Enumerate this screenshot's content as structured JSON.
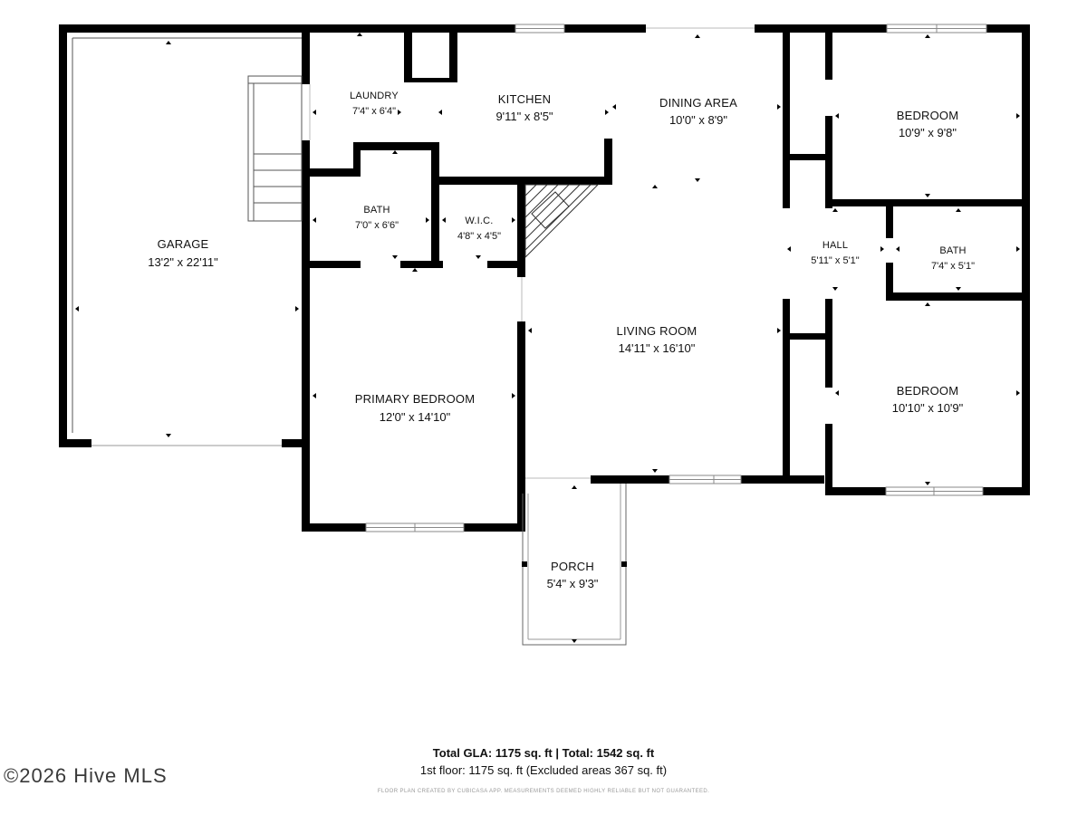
{
  "rooms": {
    "garage": {
      "name": "GARAGE",
      "dims": "13'2\" x 22'11\""
    },
    "laundry": {
      "name": "LAUNDRY",
      "dims": "7'4\" x 6'4\""
    },
    "kitchen": {
      "name": "KITCHEN",
      "dims": "9'11\" x 8'5\""
    },
    "dining": {
      "name": "DINING AREA",
      "dims": "10'0\" x 8'9\""
    },
    "bedroom_top": {
      "name": "BEDROOM",
      "dims": "10'9\" x 9'8\""
    },
    "bath_left": {
      "name": "BATH",
      "dims": "7'0\" x 6'6\""
    },
    "wic": {
      "name": "W.I.C.",
      "dims": "4'8\" x 4'5\""
    },
    "hall": {
      "name": "HALL",
      "dims": "5'11\" x 5'1\""
    },
    "bath_right": {
      "name": "BATH",
      "dims": "7'4\" x 5'1\""
    },
    "living": {
      "name": "LIVING ROOM",
      "dims": "14'11\" x 16'10\""
    },
    "primary_bedroom": {
      "name": "PRIMARY BEDROOM",
      "dims": "12'0\" x 14'10\""
    },
    "bedroom_bottom": {
      "name": "BEDROOM",
      "dims": "10'10\" x 10'9\""
    },
    "porch": {
      "name": "PORCH",
      "dims": "5'4\" x 9'3\""
    }
  },
  "footer": {
    "totals": "Total GLA: 1175 sq. ft | Total: 1542 sq. ft",
    "floor": "1st floor: 1175 sq. ft (Excluded areas 367 sq. ft)",
    "disclaimer": "FLOOR PLAN CREATED BY CUBICASA APP. MEASUREMENTS DEEMED HIGHLY RELIABLE BUT NOT GUARANTEED."
  },
  "watermark": "©2026 Hive MLS",
  "colors": {
    "wall": "#000000",
    "window": "#9a9a9a",
    "background": "#ffffff"
  }
}
